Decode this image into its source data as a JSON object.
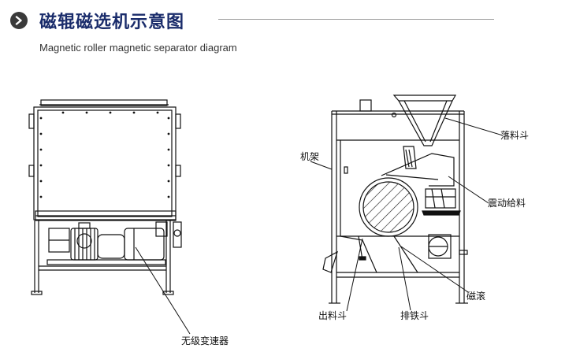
{
  "header": {
    "title": "磁辊磁选机示意图",
    "subtitle": "Magnetic roller magnetic separator diagram",
    "badge_icon": "chevron-right-icon"
  },
  "diagram": {
    "labels": {
      "feed_hopper": "落料斗",
      "frame": "机架",
      "vibrating_feeder": "震动给料",
      "discharge_hopper": "出料斗",
      "iron_discharge_hopper": "排铁斗",
      "magnetic_roller": "磁滚",
      "stepless_reducer": "无级变速器"
    }
  },
  "colors": {
    "title": "#1a2c6b",
    "line": "#111111",
    "rule": "#9a9a9a"
  }
}
